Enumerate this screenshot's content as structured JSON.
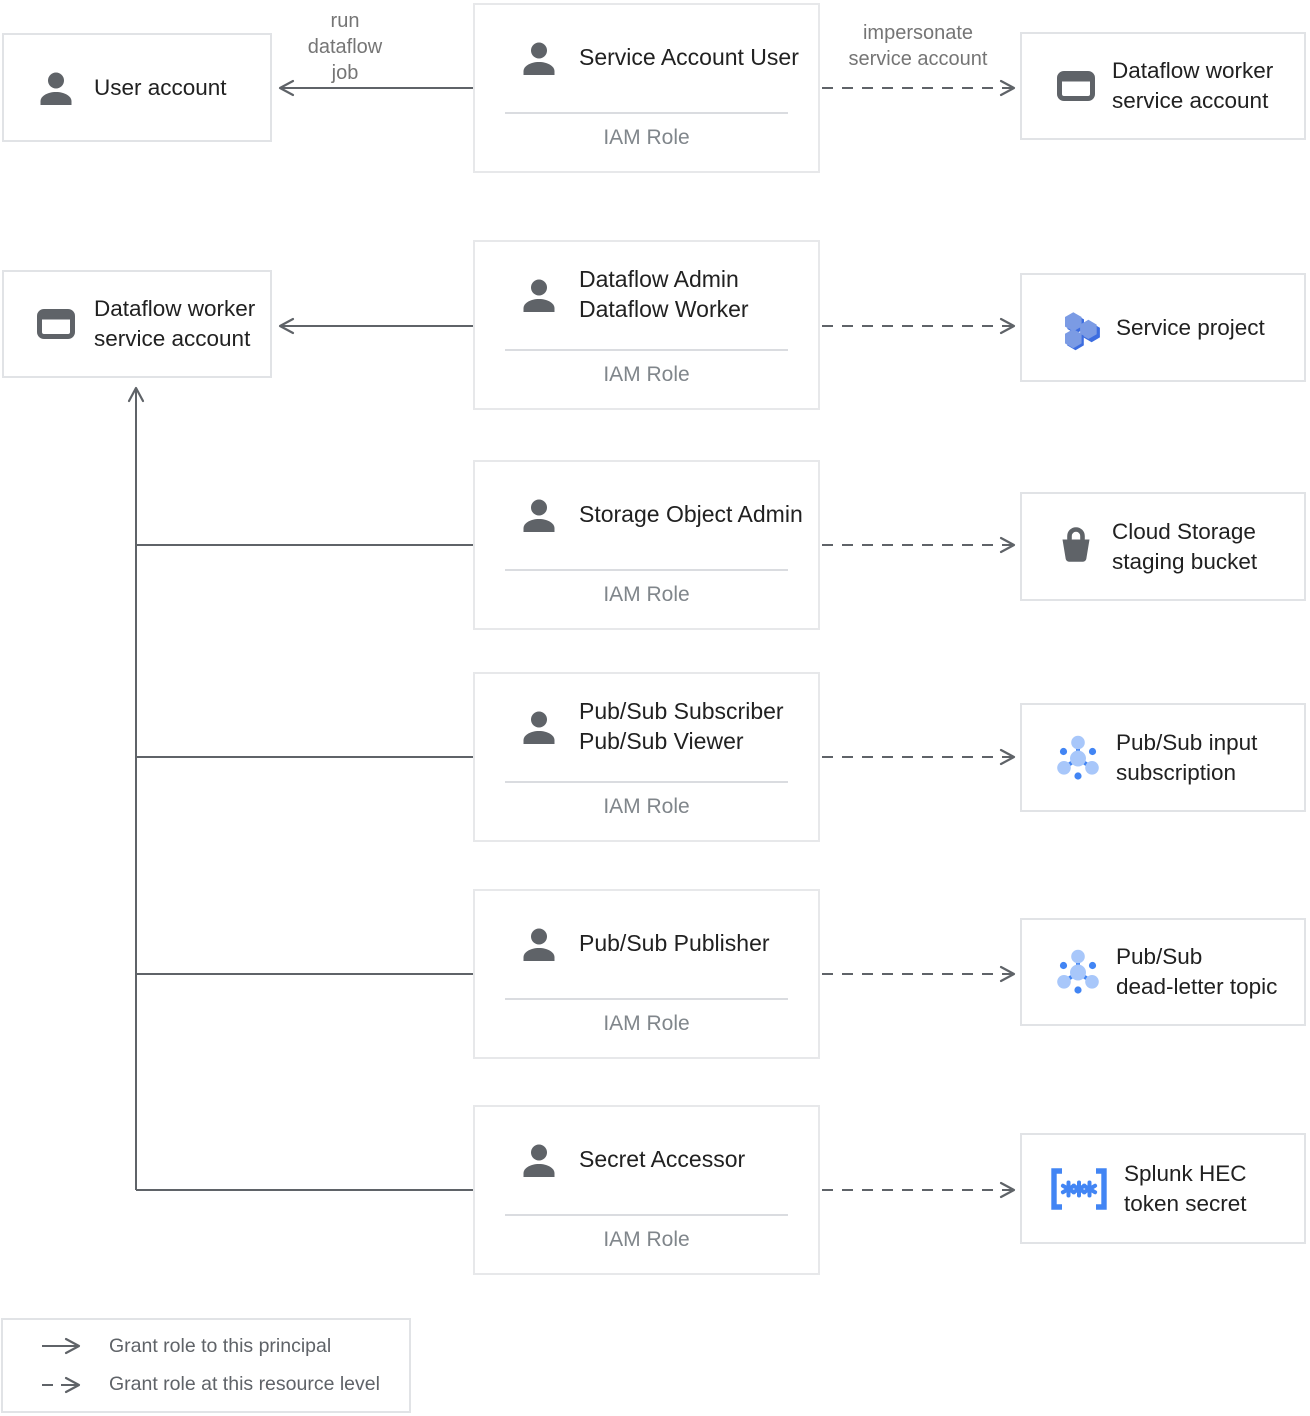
{
  "diagram": {
    "edge_labels": {
      "run_dataflow_job": "run\ndataflow\njob",
      "impersonate_service_account": "impersonate\nservice account"
    },
    "principals": [
      {
        "label": "User account",
        "icon": "person-icon"
      },
      {
        "label": "Dataflow worker\nservice account",
        "icon": "service-account-icon"
      }
    ],
    "roles": [
      {
        "title": "Service Account User",
        "sub": "IAM Role",
        "icon": "person-icon"
      },
      {
        "title": "Dataflow Admin\nDataflow Worker",
        "sub": "IAM Role",
        "icon": "person-icon"
      },
      {
        "title": "Storage Object Admin",
        "sub": "IAM Role",
        "icon": "person-icon"
      },
      {
        "title": "Pub/Sub Subscriber\nPub/Sub Viewer",
        "sub": "IAM Role",
        "icon": "person-icon"
      },
      {
        "title": "Pub/Sub Publisher",
        "sub": "IAM Role",
        "icon": "person-icon"
      },
      {
        "title": "Secret Accessor",
        "sub": "IAM Role",
        "icon": "person-icon"
      }
    ],
    "resources": [
      {
        "label": "Dataflow worker\nservice account",
        "icon": "service-account-icon"
      },
      {
        "label": "Service project",
        "icon": "project-icon"
      },
      {
        "label": "Cloud Storage\nstaging bucket",
        "icon": "bucket-icon"
      },
      {
        "label": "Pub/Sub input\nsubscription",
        "icon": "pubsub-icon"
      },
      {
        "label": "Pub/Sub\ndead-letter topic",
        "icon": "pubsub-icon"
      },
      {
        "label": "Splunk HEC\ntoken secret",
        "icon": "secret-icon"
      }
    ],
    "legend": [
      {
        "style": "solid",
        "label": "Grant role to this principal"
      },
      {
        "style": "dashed",
        "label": "Grant role at this resource level"
      }
    ],
    "colors": {
      "line": "#5f6368",
      "box_border": "#e1e3e6",
      "text": "#212121",
      "muted_text": "#80868b",
      "edge_label_text": "#757575",
      "icon_gray": "#5f6368",
      "icon_blue": "#4285f4",
      "icon_blue_light": "#a8c7fa",
      "hex_blue_light": "#7797e1",
      "hex_blue_dark": "#3d6de0"
    }
  }
}
